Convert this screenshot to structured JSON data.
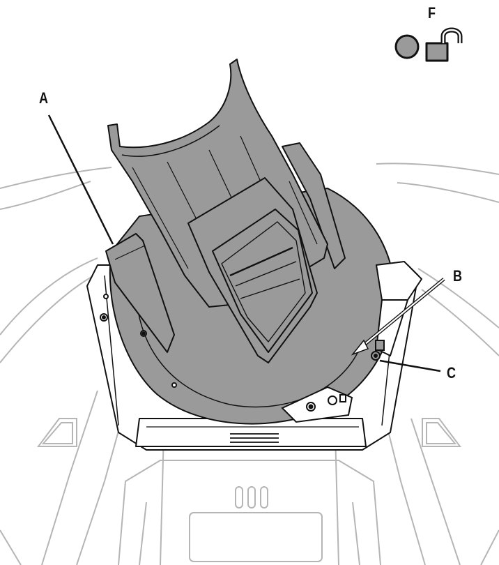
{
  "callouts": {
    "a": "A",
    "b": "B",
    "c": "C",
    "f": "F"
  },
  "icons": [
    "lock-closed-circle-icon",
    "unlocked-padlock-icon"
  ],
  "colors": {
    "part_fill": "#9a9a9a",
    "part_stroke": "#111111",
    "background_lines": "#b5b5b5",
    "white_parts": "#ffffff"
  }
}
